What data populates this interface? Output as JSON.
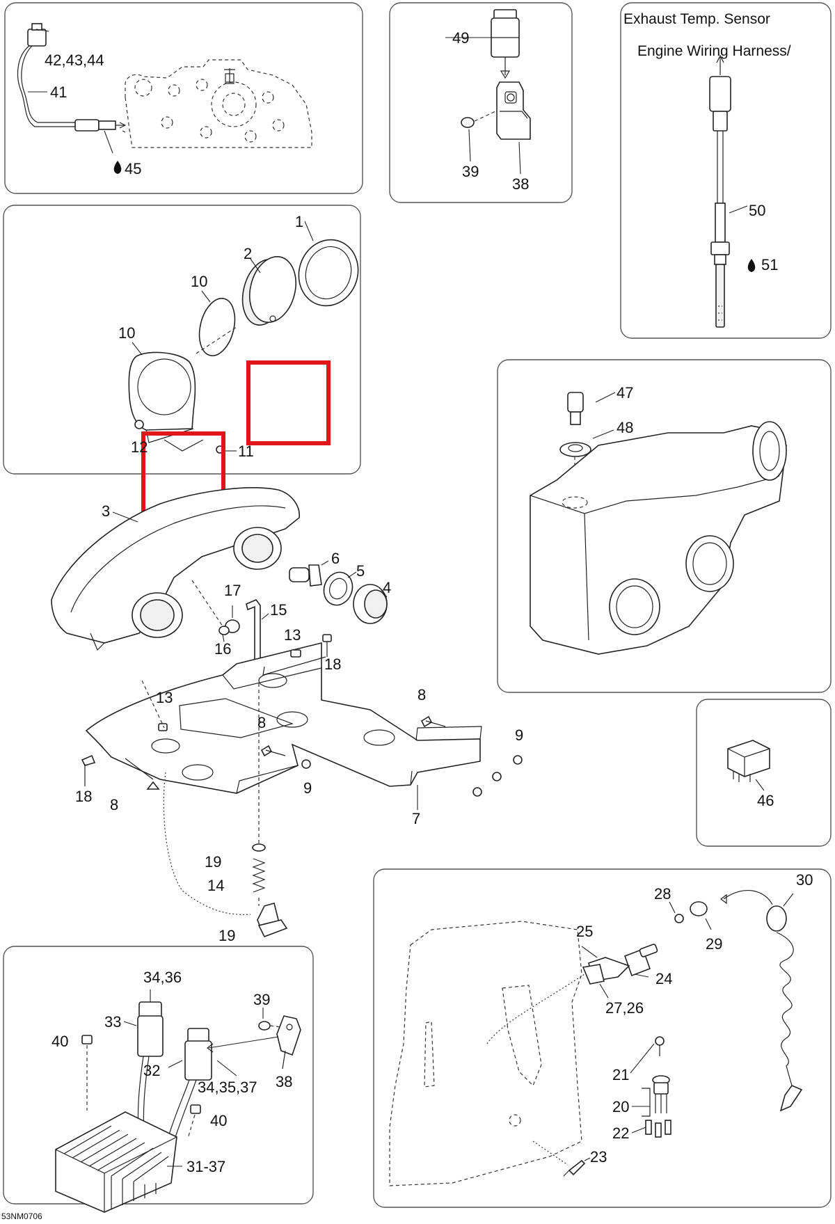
{
  "diagram_code": "53NM0706",
  "panels": {
    "exhaust_title_line1": "Exhaust Temp. Sensor",
    "exhaust_title_line2": "Engine Wiring Harness/"
  },
  "callouts": {
    "c42_44": "42,43,44",
    "c41": "41",
    "c45": "45",
    "c49": "49",
    "c39a": "39",
    "c38a": "38",
    "c50": "50",
    "c51": "51",
    "c1": "1",
    "c2": "2",
    "c10a": "10",
    "c10b": "10",
    "c12": "12",
    "c11": "11",
    "c47": "47",
    "c48": "48",
    "c3": "3",
    "c6": "6",
    "c5": "5",
    "c4": "4",
    "c17": "17",
    "c15": "15",
    "c16": "16",
    "c13a": "13",
    "c18a": "18",
    "c13b": "13",
    "c8a": "8",
    "c9a": "9",
    "c8b": "8",
    "c9b": "9",
    "c18b": "18",
    "c8c": "8",
    "c7": "7",
    "c46": "46",
    "c19a": "19",
    "c14": "14",
    "c19b": "19",
    "c30": "30",
    "c28": "28",
    "c25": "25",
    "c29": "29",
    "c24": "24",
    "c27_26": "27,26",
    "c34_36": "34,36",
    "c39b": "39",
    "c33": "33",
    "c40a": "40",
    "c32": "32",
    "c34_35_37": "34,35,37",
    "c38b": "38",
    "c40b": "40",
    "c31_37": "31-37",
    "c21": "21",
    "c20": "20",
    "c22": "22",
    "c23": "23"
  },
  "colors": {
    "highlight": "#e0161b",
    "line": "#222222",
    "panel_border": "#555555"
  },
  "icons": {
    "lubricant": "oil-drop-icon"
  }
}
